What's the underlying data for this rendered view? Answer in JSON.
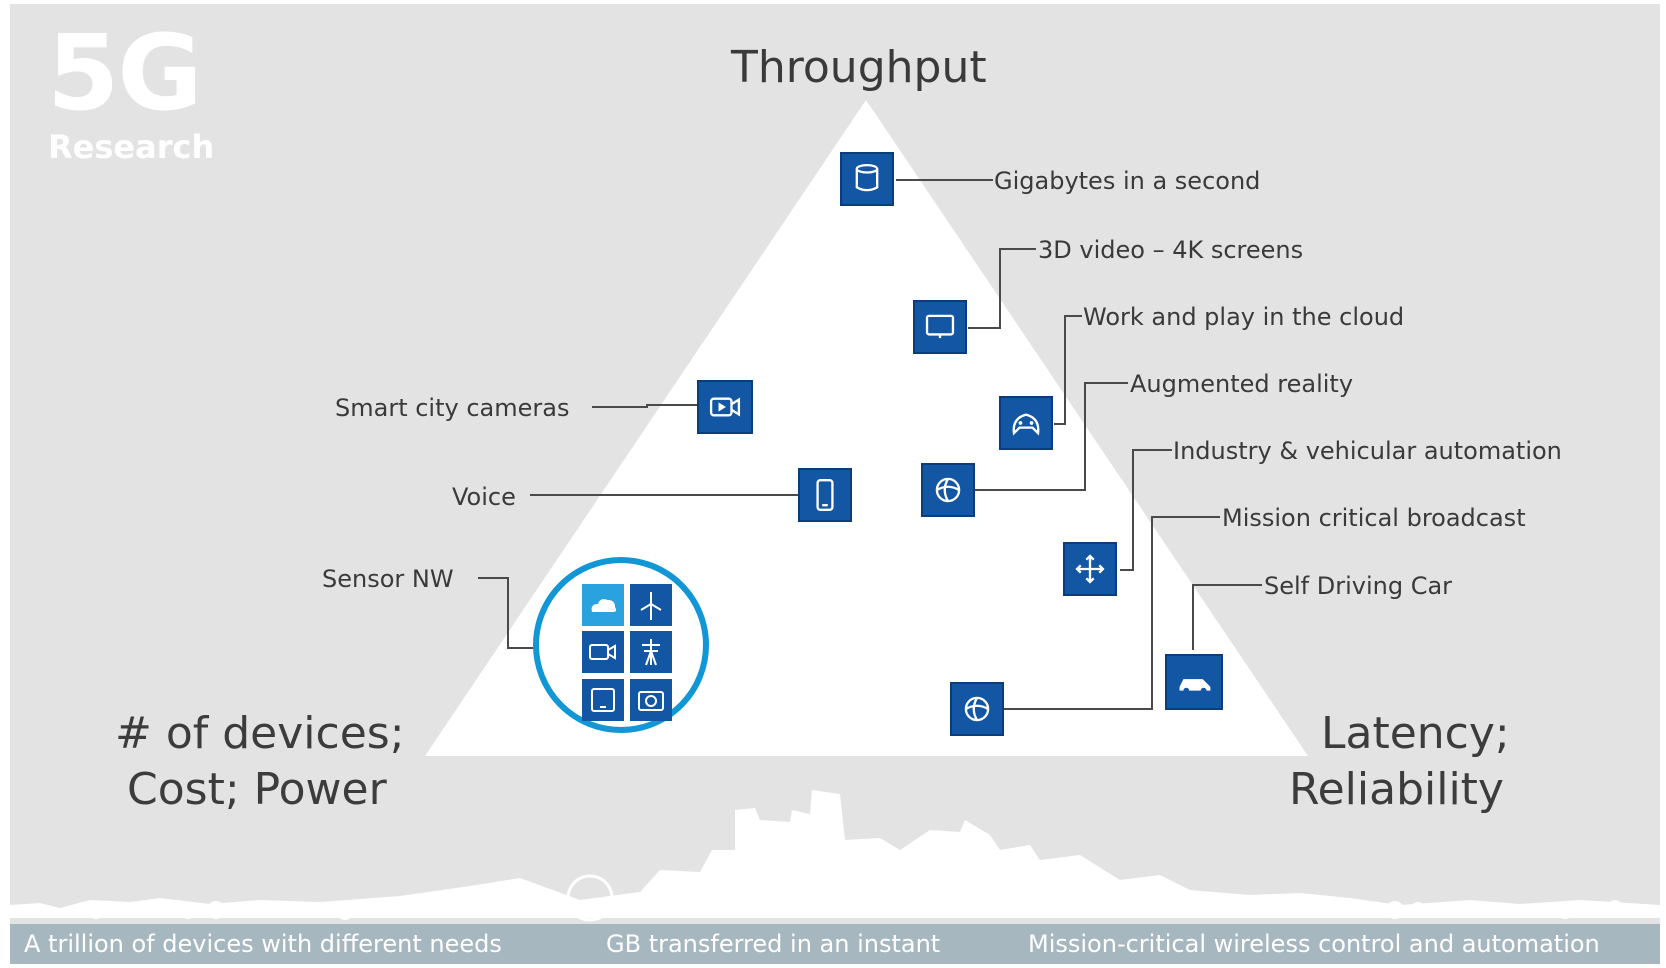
{
  "logo": {
    "main": "5G",
    "sub": "Research"
  },
  "apex_label": "Throughput",
  "left_corner": {
    "line1": "# of devices;",
    "line2": "Cost; Power"
  },
  "right_corner": {
    "line1": "Latency;",
    "line2": "Reliability"
  },
  "labels": {
    "gigabytes": "Gigabytes in a second",
    "video3d": "3D video – 4K screens",
    "cloud": "Work and play in the cloud",
    "ar": "Augmented reality",
    "industry": "Industry & vehicular automation",
    "broadcast": "Mission critical broadcast",
    "selfdriving": "Self Driving Car",
    "cameras": "Smart city cameras",
    "voice": "Voice",
    "sensor": "Sensor NW"
  },
  "icons": {
    "gigabytes": "database-icon",
    "video3d": "monitor-icon",
    "cloud": "gamepad-icon",
    "ar": "globe-icon",
    "industry": "arrows-cross-icon",
    "broadcast": "globe-icon",
    "selfdriving": "car-icon",
    "cameras": "video-camera-icon",
    "voice": "smartphone-icon",
    "sensor": [
      "cloud-icon",
      "wind-turbine-icon",
      "video-camera-icon",
      "transmission-tower-icon",
      "tablet-icon",
      "camera-icon"
    ]
  },
  "footer": {
    "left": "A trillion of devices with different needs",
    "center": "GB transferred in an instant",
    "right": "Mission-critical wireless control and automation"
  },
  "colors": {
    "background": "#e3e3e3",
    "triangle": "#ffffff",
    "icon_fill": "#1356a3",
    "sensor_ring": "#1196d6",
    "connector": "#4a4a4a",
    "footer_band": "#a7b7c0"
  }
}
